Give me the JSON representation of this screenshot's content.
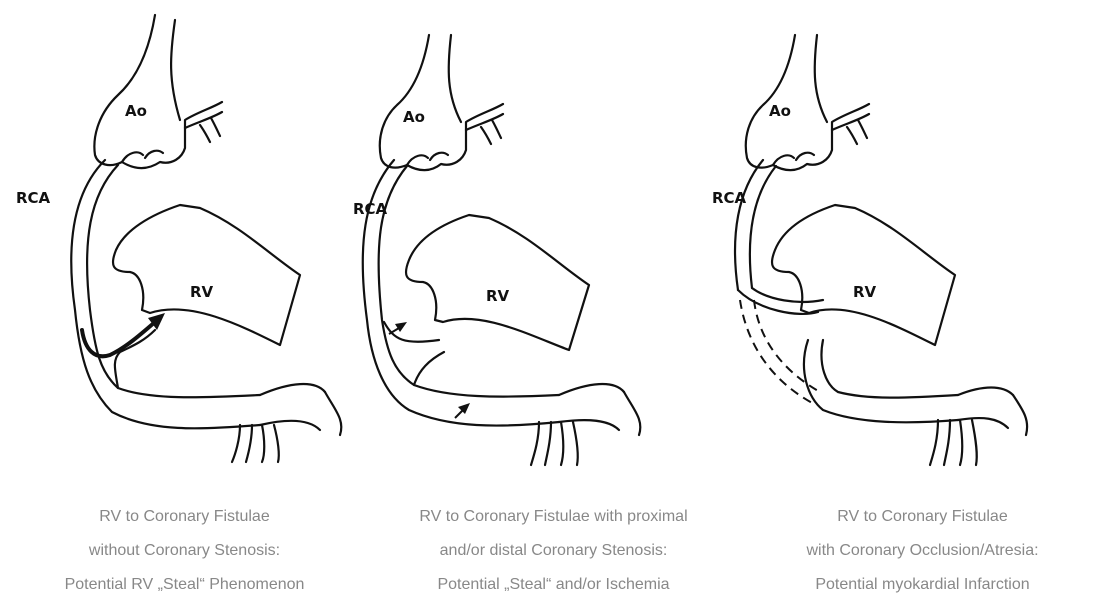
{
  "panels": [
    {
      "labels": {
        "ao": "Ao",
        "rca": "RCA",
        "rv": "RV"
      },
      "caption": [
        "RV to Coronary Fistulae",
        "without Coronary Stenosis:",
        "Potential RV „Steal“ Phenomenon"
      ]
    },
    {
      "labels": {
        "ao": "Ao",
        "rca": "RCA",
        "rv": "RV"
      },
      "caption": [
        "RV to Coronary Fistulae with proximal",
        "and/or distal Coronary Stenosis:",
        "Potential „Steal“ and/or Ischemia"
      ]
    },
    {
      "labels": {
        "ao": "Ao",
        "rca": "RCA",
        "rv": "RV"
      },
      "caption": [
        "RV to Coronary Fistulae",
        "with Coronary Occlusion/Atresia:",
        "Potential myokardial Infarction"
      ]
    }
  ],
  "colors": {
    "line": "#111111",
    "caption": "#888888"
  }
}
